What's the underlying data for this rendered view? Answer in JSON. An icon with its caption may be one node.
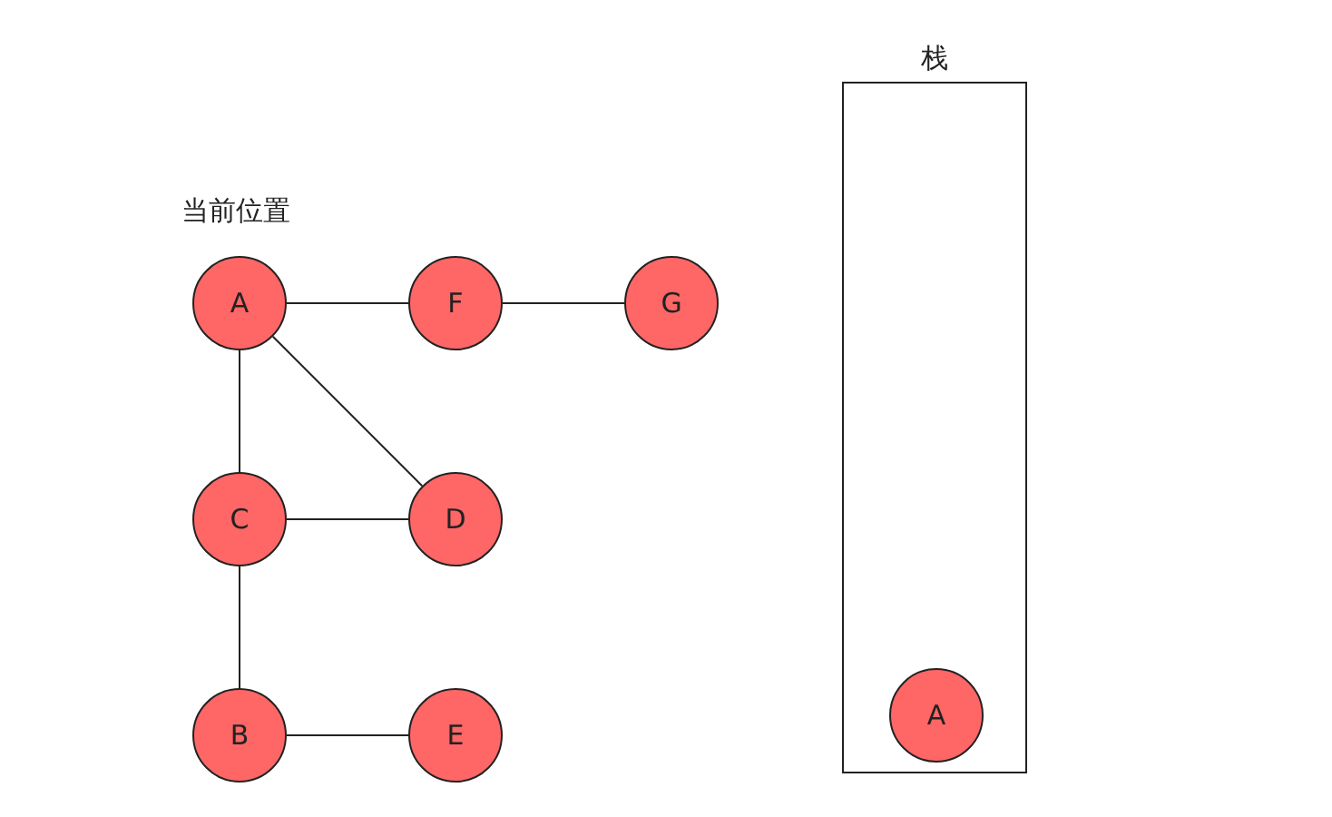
{
  "diagram": {
    "nodes": [
      {
        "text": [
          "A"
        ]
      },
      {
        "text": [
          "F"
        ]
      },
      {
        "text": [
          "G"
        ]
      },
      {
        "text": [
          "C"
        ]
      },
      {
        "text": [
          "D"
        ]
      },
      {
        "text": [
          "B"
        ]
      },
      {
        "text": [
          "E"
        ]
      },
      {
        "text": [
          "栈"
        ]
      },
      {
        "text": [
          "A"
        ],
        "in": 7
      }
    ],
    "edges": [
      {
        "from": 0,
        "to": 1,
        "arrow": "none"
      },
      {
        "from": 1,
        "to": 2,
        "arrow": "none"
      },
      {
        "from": 0,
        "to": 3,
        "arrow": "none"
      },
      {
        "from": 0,
        "to": 4,
        "arrow": "none"
      },
      {
        "from": 3,
        "to": 4,
        "arrow": "none"
      },
      {
        "from": 3,
        "to": 5,
        "arrow": "none"
      },
      {
        "from": 5,
        "to": 6,
        "arrow": "none"
      }
    ],
    "labels": [
      "当前位置"
    ]
  }
}
